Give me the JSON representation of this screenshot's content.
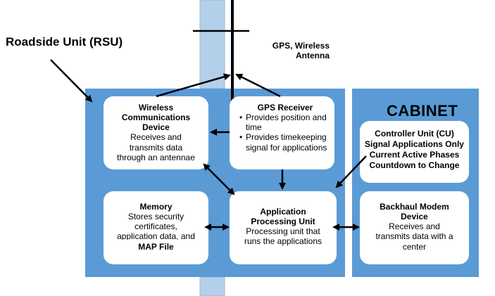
{
  "callout": {
    "label": "Roadside Unit (RSU)"
  },
  "antenna": {
    "label_line1": "GPS, Wireless",
    "label_line2": "Antenna"
  },
  "cabinet": {
    "label": "CABINET"
  },
  "colors": {
    "rsu_panel": "#5b9bd5",
    "pole": "#b4cfe9",
    "box_fill": "#ffffff",
    "line": "#000000"
  },
  "nodes": {
    "wireless": {
      "title_lines": [
        "Wireless",
        "Communications",
        "Device"
      ],
      "body_lines": [
        "Receives and",
        "transmits data",
        "through an antennae"
      ]
    },
    "gps": {
      "title": "GPS Receiver",
      "bullets": [
        "Provides position and time",
        "Provides timekeeping signal for applications"
      ]
    },
    "memory": {
      "title": "Memory",
      "body_lines": [
        "Stores security",
        "certificates,",
        "application data, and"
      ],
      "bold_line": "MAP File"
    },
    "apu": {
      "title_lines": [
        "Application",
        "Processing Unit"
      ],
      "body_lines": [
        "Processing unit that",
        "runs the applications"
      ]
    },
    "controller": {
      "lines": [
        "Controller Unit (CU)",
        "Signal Applications Only",
        "Current Active Phases",
        "Countdown to Change"
      ]
    },
    "backhaul": {
      "title_lines": [
        "Backhaul Modem",
        "Device"
      ],
      "body_lines": [
        "Receives and",
        "transmits data with a",
        "center"
      ]
    }
  }
}
